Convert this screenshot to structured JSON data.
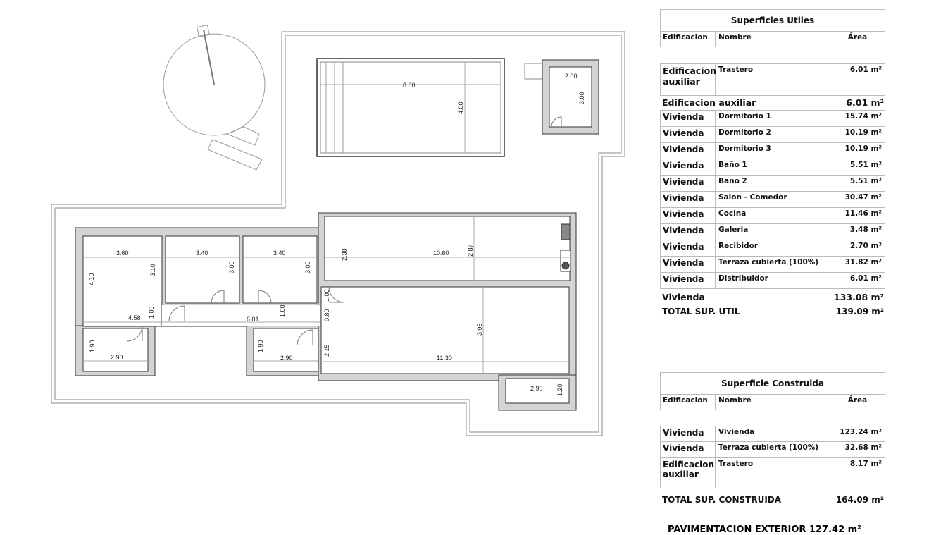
{
  "plan": {
    "dimensions": {
      "pool_length": "8.00",
      "pool_width": "4.00",
      "shed_width": "2.00",
      "shed_depth": "3.00",
      "dorm1_width": "3.60",
      "dorm1_depth": "4.10",
      "dorm1_inner": "3.10",
      "dorm2_width": "3.40",
      "dorm2_depth": "3.00",
      "dorm3_width": "3.40",
      "dorm3_depth": "3.00",
      "hall_left": "4.58",
      "hall_right": "6.01",
      "hall_w1": "1.00",
      "hall_w2": "1.00",
      "bath1_width": "2.90",
      "bath1_depth": "1.90",
      "bath2_width": "2.90",
      "bath2_depth": "1.90",
      "terrace_length": "10.60",
      "terrace_depth": "2.87",
      "terrace_side": "2.30",
      "entry_1": "1.00",
      "entry_2": "0.80",
      "entry_3": "2.15",
      "living_length": "11.30",
      "living_depth": "3.95",
      "galeria_width": "2.90",
      "galeria_depth": "1.20"
    }
  },
  "utiles": {
    "title": "Superficies Utiles",
    "headers": [
      "Edificacion",
      "Nombre",
      "Área"
    ],
    "aux_rows": [
      {
        "edificacion": "Edificacion auxiliar",
        "nombre": "Trastero",
        "area": "6.01 m²"
      }
    ],
    "aux_subtotal": {
      "label": "Edificacion auxiliar",
      "area": "6.01 m²"
    },
    "rows": [
      {
        "edificacion": "Vivienda",
        "nombre": "Dormitorio 1",
        "area": "15.74 m²"
      },
      {
        "edificacion": "Vivienda",
        "nombre": "Dormitorio 2",
        "area": "10.19 m²"
      },
      {
        "edificacion": "Vivienda",
        "nombre": "Dormitorio 3",
        "area": "10.19 m²"
      },
      {
        "edificacion": "Vivienda",
        "nombre": "Baño 1",
        "area": "5.51 m²"
      },
      {
        "edificacion": "Vivienda",
        "nombre": "Baño 2",
        "area": "5.51 m²"
      },
      {
        "edificacion": "Vivienda",
        "nombre": "Salon - Comedor",
        "area": "30.47 m²"
      },
      {
        "edificacion": "Vivienda",
        "nombre": "Cocina",
        "area": "11.46 m²"
      },
      {
        "edificacion": "Vivienda",
        "nombre": "Galeria",
        "area": "3.48 m²"
      },
      {
        "edificacion": "Vivienda",
        "nombre": "Recibidor",
        "area": "2.70 m²"
      },
      {
        "edificacion": "Vivienda",
        "nombre": "Terraza cubierta (100%)",
        "area": "31.82 m²"
      },
      {
        "edificacion": "Vivienda",
        "nombre": "Distribuidor",
        "area": "6.01 m²"
      }
    ],
    "vivienda_subtotal": {
      "label": "Vivienda",
      "area": "133.08 m²"
    },
    "total": {
      "label": "TOTAL SUP. UTIL",
      "area": "139.09 m²"
    }
  },
  "construida": {
    "title": "Superficie Construida",
    "headers": [
      "Edificacion",
      "Nombre",
      "Área"
    ],
    "rows": [
      {
        "edificacion": "Vivienda",
        "nombre": "Vivienda",
        "area": "123.24 m²"
      },
      {
        "edificacion": "Vivienda",
        "nombre": "Terraza cubierta (100%)",
        "area": "32.68 m²"
      },
      {
        "edificacion": "Edificacion auxiliar",
        "nombre": "Trastero",
        "area": "8.17 m²"
      }
    ],
    "total": {
      "label": "TOTAL SUP. CONSTRUIDA",
      "area": "164.09 m²"
    }
  },
  "pavimentacion": "PAVIMENTACION EXTERIOR 127.42 m²"
}
